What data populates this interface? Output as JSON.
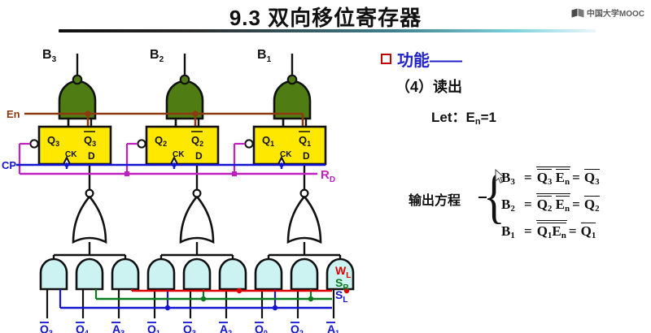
{
  "header": {
    "title": "9.3  双向移位寄存器",
    "logo_text": "中国大学MOOC"
  },
  "panel": {
    "function_heading": "功能——",
    "item": "（4）读出",
    "let_prefix": "Let：E",
    "let_sub": "n",
    "let_suffix": "=1",
    "equations_label": "输出方程",
    "equations": [
      {
        "lhs": "B",
        "lhs_sub": "3",
        "mid_a": "Q",
        "mid_a_sub": "3",
        "mid_b": "E",
        "mid_b_sub": "n",
        "rhs": "Q",
        "rhs_sub": "3"
      },
      {
        "lhs": "B",
        "lhs_sub": "2",
        "mid_a": "Q",
        "mid_a_sub": "2",
        "mid_b": "E",
        "mid_b_sub": "n",
        "rhs": "Q",
        "rhs_sub": "2"
      },
      {
        "lhs": "B",
        "lhs_sub": "1",
        "mid_a": "Q",
        "mid_a_sub": "1",
        "mid_b": "E",
        "mid_b_sub": "n",
        "rhs": "Q",
        "rhs_sub": "1"
      }
    ]
  },
  "circuit": {
    "signals": {
      "enable": "En",
      "clock": "CP",
      "reset": "R",
      "reset_sub": "D",
      "write_left": "W",
      "write_left_sub": "L",
      "shift_right": "S",
      "shift_right_sub": "R",
      "shift_left": "S",
      "shift_left_sub": "L"
    },
    "stages": [
      {
        "output": "B",
        "output_sub": "3",
        "q": "Q",
        "q_sub": "3",
        "qbar": "Q",
        "qbar_sub": "3",
        "ck": "CK",
        "d": "D",
        "inputs": [
          {
            "text": "Q",
            "sub": "3",
            "bar": true
          },
          {
            "text": "Q",
            "sub": "4",
            "bar": true
          },
          {
            "text": "A",
            "sub": "3",
            "bar": true
          }
        ]
      },
      {
        "output": "B",
        "output_sub": "2",
        "q": "Q",
        "q_sub": "2",
        "qbar": "Q",
        "qbar_sub": "2",
        "ck": "CK",
        "d": "D",
        "inputs": [
          {
            "text": "Q",
            "sub": "1",
            "bar": true
          },
          {
            "text": "Q",
            "sub": "3",
            "bar": true
          },
          {
            "text": "A",
            "sub": "2",
            "bar": true
          }
        ]
      },
      {
        "output": "B",
        "output_sub": "1",
        "q": "Q",
        "q_sub": "1",
        "qbar": "Q",
        "qbar_sub": "1",
        "ck": "CK",
        "d": "D",
        "inputs": [
          {
            "text": "Q",
            "sub": "0",
            "bar": true
          },
          {
            "text": "Q",
            "sub": "2",
            "bar": true
          },
          {
            "text": "A",
            "sub": "1",
            "bar": true
          }
        ]
      }
    ]
  },
  "colors": {
    "enable_brown": "#8c3a10",
    "clock_blue": "#1414d2",
    "reset_magenta": "#c020c0",
    "write_red": "#e00000",
    "shift_right_green": "#0a7a20",
    "shift_left_blue": "#1414d2",
    "nand_green": "#4f7d14",
    "ff_yellow": "#ffe800",
    "and_cyan": "#cdf2f2",
    "label_blue": "#2222cc",
    "bullet_red": "#c00000"
  }
}
